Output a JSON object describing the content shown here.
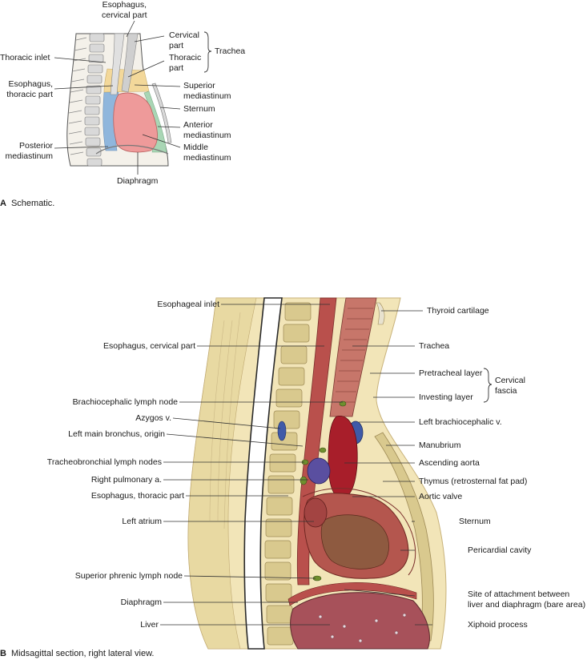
{
  "panel_a": {
    "letter": "A",
    "caption": "Schematic.",
    "labels": {
      "esophagus_cervical": "Esophagus,\ncervical part",
      "cervical_part": "Cervical\npart",
      "thoracic_part": "Thoracic\npart",
      "trachea": "Trachea",
      "thoracic_inlet": "Thoracic inlet",
      "esophagus_thoracic": "Esophagus,\nthoracic part",
      "superior_mediastinum": "Superior\nmediastinum",
      "sternum": "Sternum",
      "anterior_mediastinum": "Anterior\nmediastinum",
      "middle_mediastinum": "Middle\nmediastinum",
      "posterior_mediastinum": "Posterior\nmediastinum",
      "diaphragm": "Diaphragm"
    }
  },
  "panel_b": {
    "letter": "B",
    "caption": "Midsagittal section, right lateral view.",
    "left_labels": [
      "Esophageal inlet",
      "Esophagus, cervical part",
      "Brachiocephalic lymph node",
      "Azygos v.",
      "Left main bronchus, origin",
      "Tracheobronchial lymph nodes",
      "Right pulmonary a.",
      "Esophagus, thoracic part",
      "Left atrium",
      "Superior phrenic lymph node",
      "Diaphragm",
      "Liver"
    ],
    "right_labels": [
      "Thyroid cartilage",
      "Trachea",
      "Pretracheal layer",
      "Investing layer",
      "Cervical\nfascia",
      "Left brachiocephalic v.",
      "Manubrium",
      "Ascending aorta",
      "Thymus (retrosternal fat pad)",
      "Aortic valve",
      "Sternum",
      "Pericardial cavity",
      "Site of attachment between\nliver and diaphragm (bare area)",
      "Xiphoid process"
    ]
  },
  "colors": {
    "superior_mediastinum": "#f3d89a",
    "anterior_mediastinum": "#a9d6b5",
    "middle_mediastinum": "#ee9a9a",
    "posterior_mediastinum": "#8fb6dc",
    "bone": "#eadfae",
    "muscle": "#b9504c",
    "liver": "#a7515a"
  }
}
